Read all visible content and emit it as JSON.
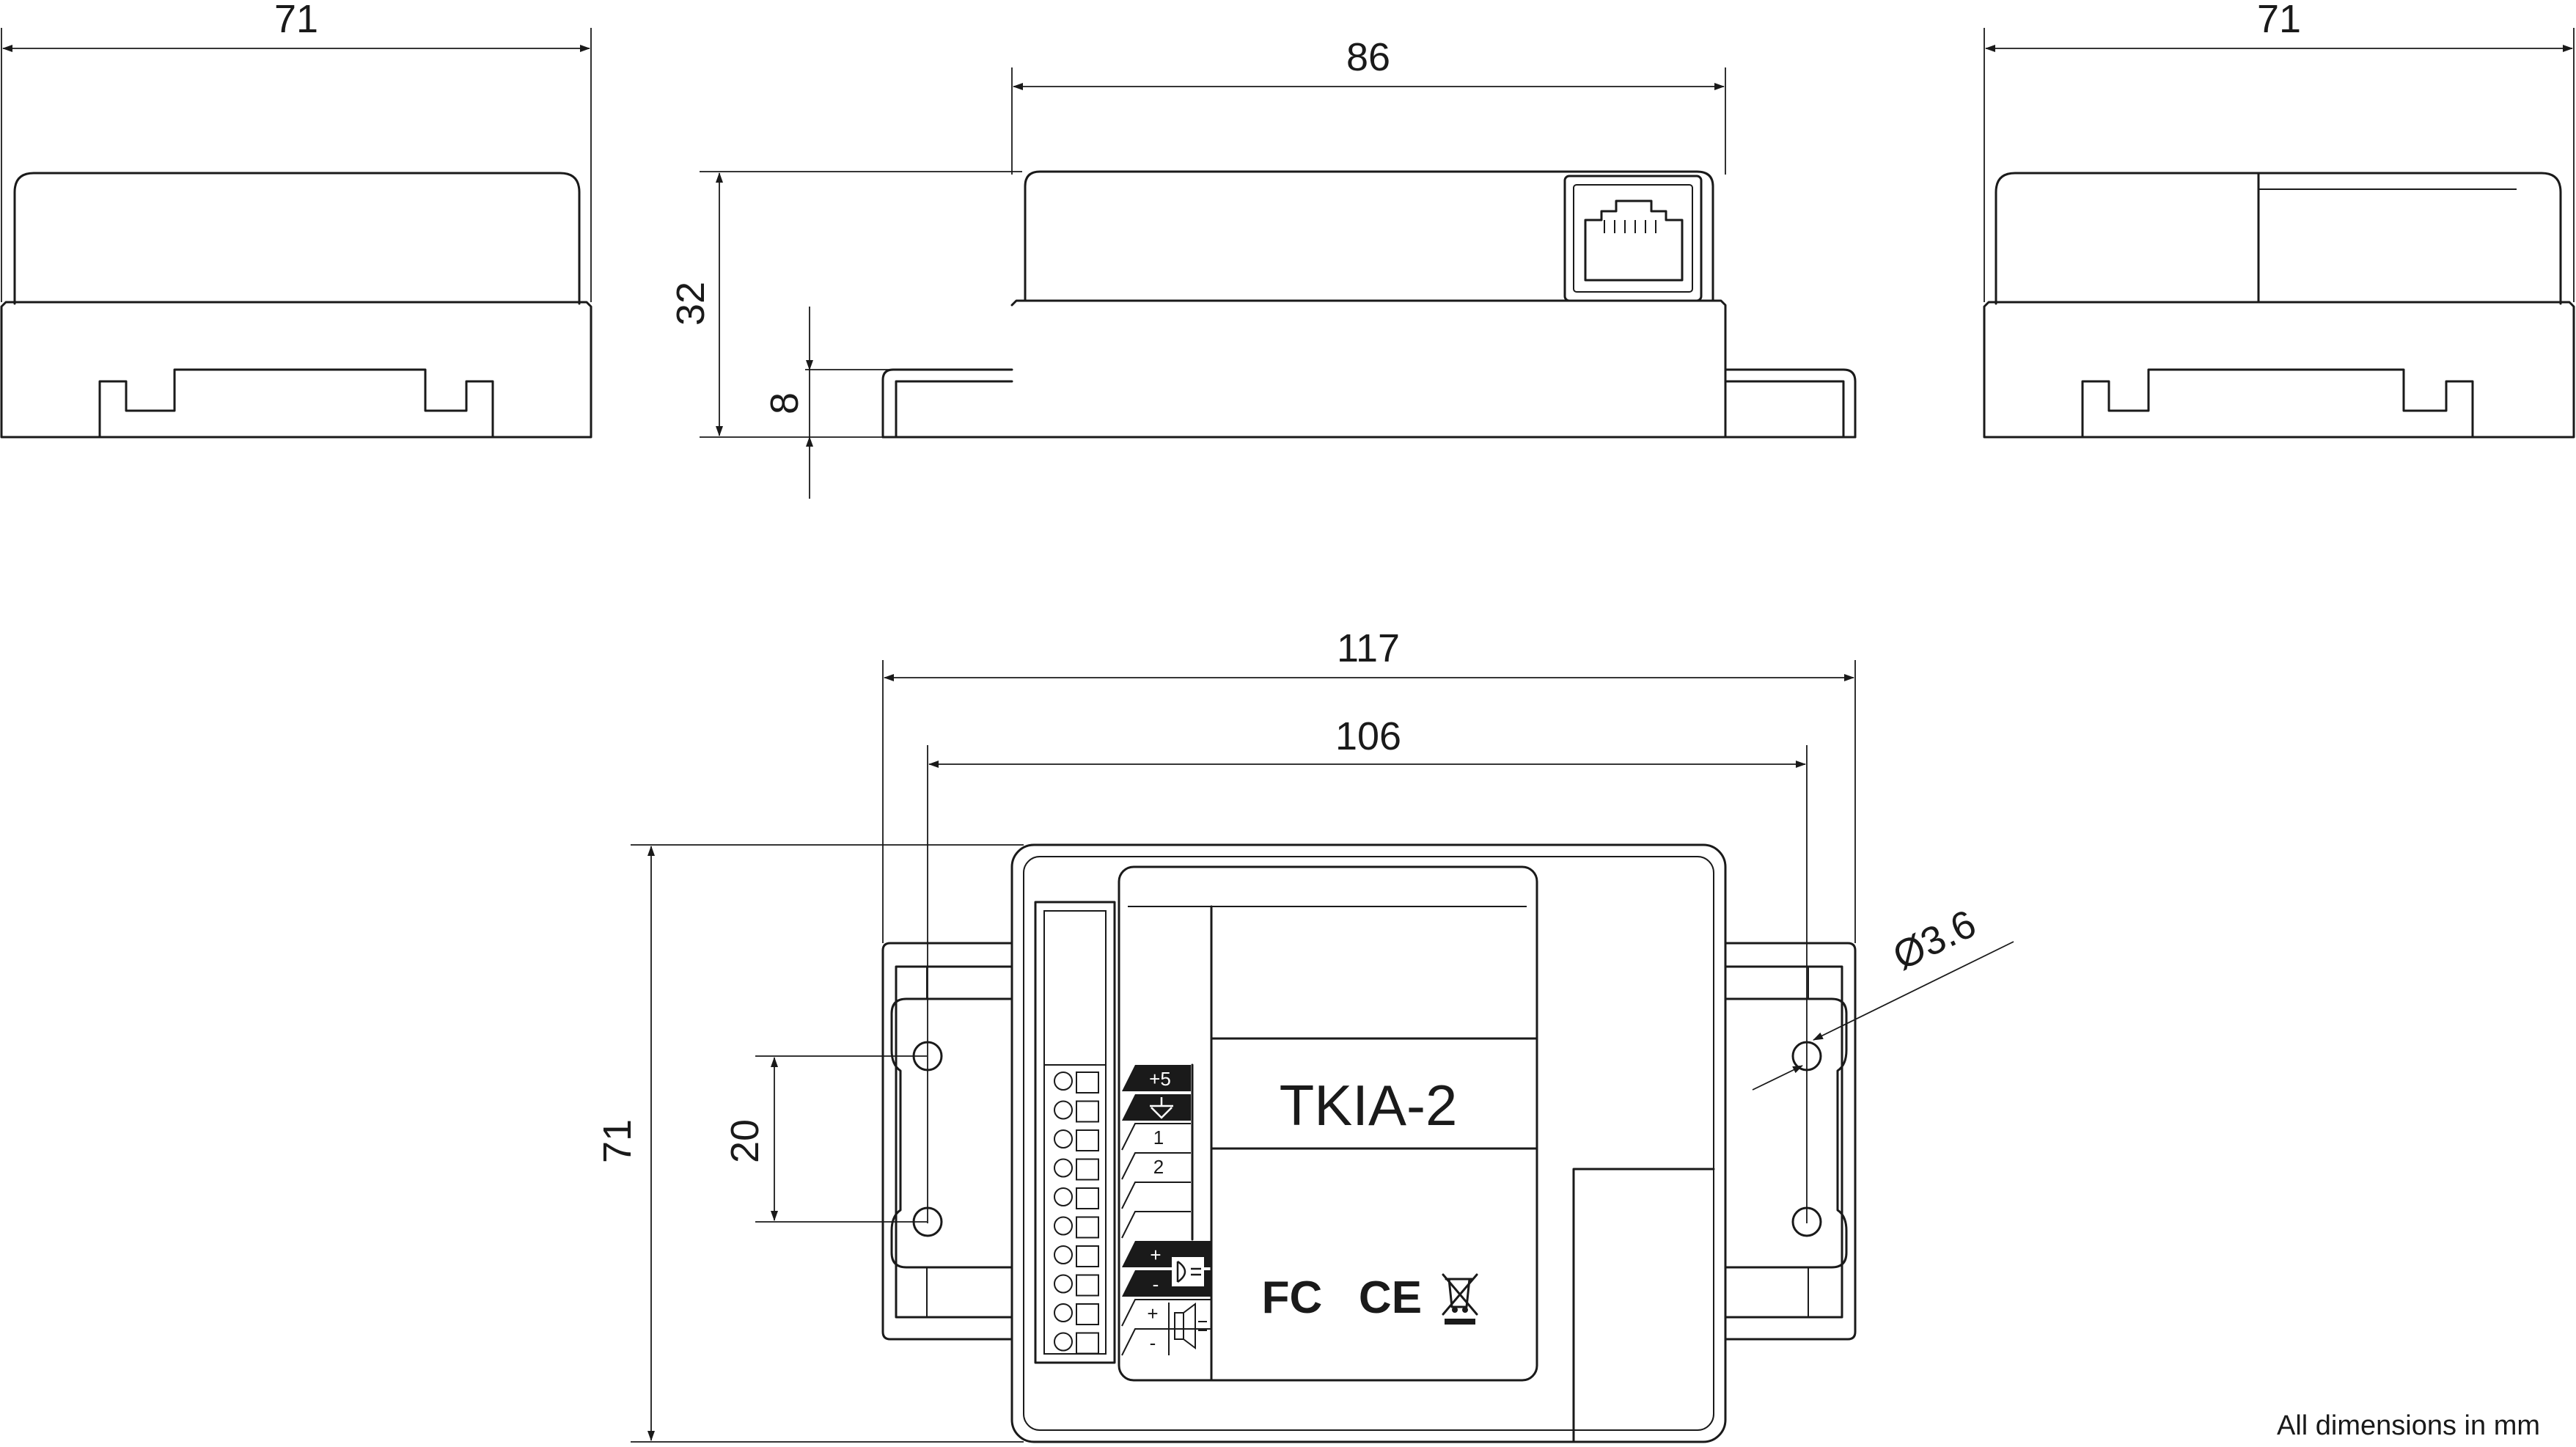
{
  "dimensions": {
    "left_view_width": "71",
    "front_view_width": "86",
    "front_view_height": "32",
    "flange_height": "8",
    "right_view_width": "71",
    "top_view_overall_width": "117",
    "top_view_hole_spacing": "106",
    "top_view_hole_pitch": "20",
    "top_view_depth": "71",
    "hole_diameter": "Ø3.6"
  },
  "device": {
    "model": "TKIA-2",
    "terminal_labels": [
      "+5",
      "1",
      "2",
      "+",
      "-",
      "+",
      "-"
    ],
    "ground_icon": "ground-icon",
    "microphone_icon": "microphone-icon",
    "speaker_icon": "speaker-icon",
    "certification_marks": [
      "FC",
      "CE"
    ],
    "weee_icon": "crossed-bin-icon",
    "rj45_icon": "rj45-port-icon"
  },
  "footer": {
    "note": "All dimensions in mm"
  }
}
